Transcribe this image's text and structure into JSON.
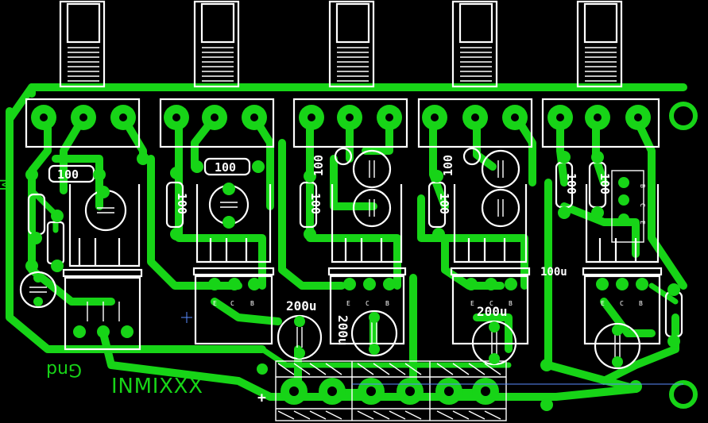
{
  "board": {
    "trace_color": "#17d417",
    "silk_color": "#ffffff",
    "background": "#000000"
  },
  "labels": {
    "resistor_value": "100",
    "cap_200u": "200u",
    "cap_100u": "100u",
    "pin_e": "E",
    "pin_c": "C",
    "pin_b": "B",
    "plus": "+",
    "gnd": "Gnd",
    "signature": "INMIXXX",
    "m_mark": "M"
  }
}
